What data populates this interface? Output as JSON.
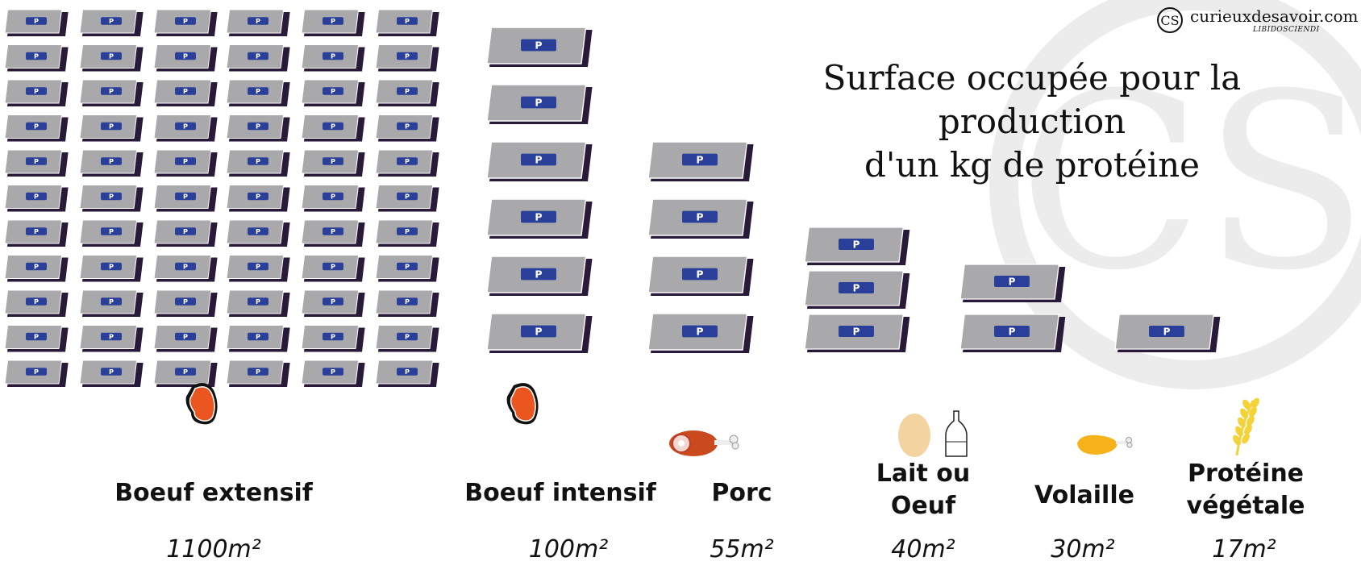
{
  "branding": {
    "site": "curieuxdesavoir.com",
    "tagline": "LIBIDOSCIENDI",
    "logo_text": "CS"
  },
  "colors": {
    "lot": "#a9a9ab",
    "lot_edge": "#2a1a3a",
    "sign": "#2a3f9a",
    "sign_text": "#ffffff",
    "meat": "#ea5520",
    "ham": "#c84a1e",
    "egg": "#f3d3a0",
    "chicken": "#f6b21a",
    "wheat": "#f4d23a",
    "watermark": "#ececec"
  },
  "chart_data": {
    "type": "pictogram",
    "title": "Surface occupée pour la production d'un kg de protéine",
    "title_lines": [
      "Surface occupée pour la production",
      "d'un kg de protéine"
    ],
    "unit": "m²",
    "unit_symbol": "P",
    "categories": [
      {
        "label_lines": [
          "Boeuf extensif"
        ],
        "value": 1100,
        "value_label": "1100m²",
        "icon": "steak-icon",
        "icon_count": 66
      },
      {
        "label_lines": [
          "Boeuf intensif"
        ],
        "value": 100,
        "value_label": "100m²",
        "icon": "steak-icon",
        "icon_count": 6
      },
      {
        "label_lines": [
          "Porc"
        ],
        "value": 55,
        "value_label": "55m²",
        "icon": "ham-icon",
        "icon_count": 4
      },
      {
        "label_lines": [
          "Lait ou",
          "Oeuf"
        ],
        "value": 40,
        "value_label": "40m²",
        "icon": "egg-and-milk-icon",
        "icon_count": 3
      },
      {
        "label_lines": [
          "Volaille"
        ],
        "value": 30,
        "value_label": "30m²",
        "icon": "chicken-icon",
        "icon_count": 2
      },
      {
        "label_lines": [
          "Protéine",
          "végétale"
        ],
        "value": 17,
        "value_label": "17m²",
        "icon": "wheat-icon",
        "icon_count": 1
      }
    ]
  }
}
